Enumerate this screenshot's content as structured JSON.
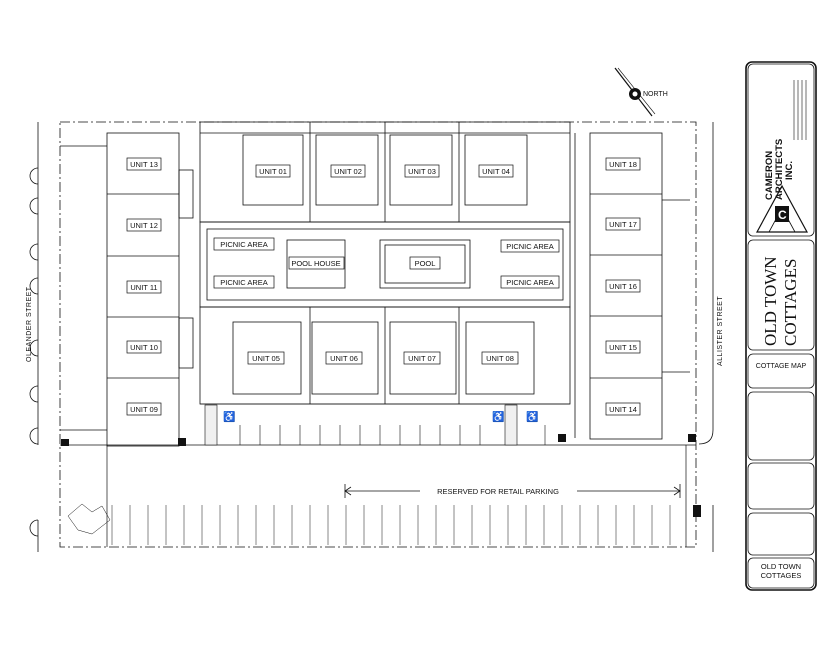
{
  "north_arrow": {
    "label": "NORTH"
  },
  "streets": {
    "left": "OLEANDER STREET",
    "right": "ALLISTER STREET"
  },
  "parking": {
    "label": "RESERVED FOR RETAIL PARKING"
  },
  "units": {
    "u01": "UNIT 01",
    "u02": "UNIT 02",
    "u03": "UNIT 03",
    "u04": "UNIT 04",
    "u05": "UNIT 05",
    "u06": "UNIT 06",
    "u07": "UNIT 07",
    "u08": "UNIT 08",
    "u09": "UNIT 09",
    "u10": "UNIT 10",
    "u11": "UNIT 11",
    "u12": "UNIT 12",
    "u13": "UNIT 13",
    "u14": "UNIT 14",
    "u15": "UNIT 15",
    "u16": "UNIT 16",
    "u17": "UNIT 17",
    "u18": "UNIT 18"
  },
  "amenities": {
    "picnic_area": "PICNIC AREA",
    "pool_house": "POOL HOUSE",
    "pool": "POOL"
  },
  "title_block": {
    "firm_line1": "CAMERON",
    "firm_line2": "ARCHITECTS",
    "firm_line3": "INC.",
    "project_line1": "OLD TOWN",
    "project_line2": "COTTAGES",
    "sheet_title": "COTTAGE MAP",
    "footer_line1": "OLD TOWN",
    "footer_line2": "COTTAGES"
  }
}
